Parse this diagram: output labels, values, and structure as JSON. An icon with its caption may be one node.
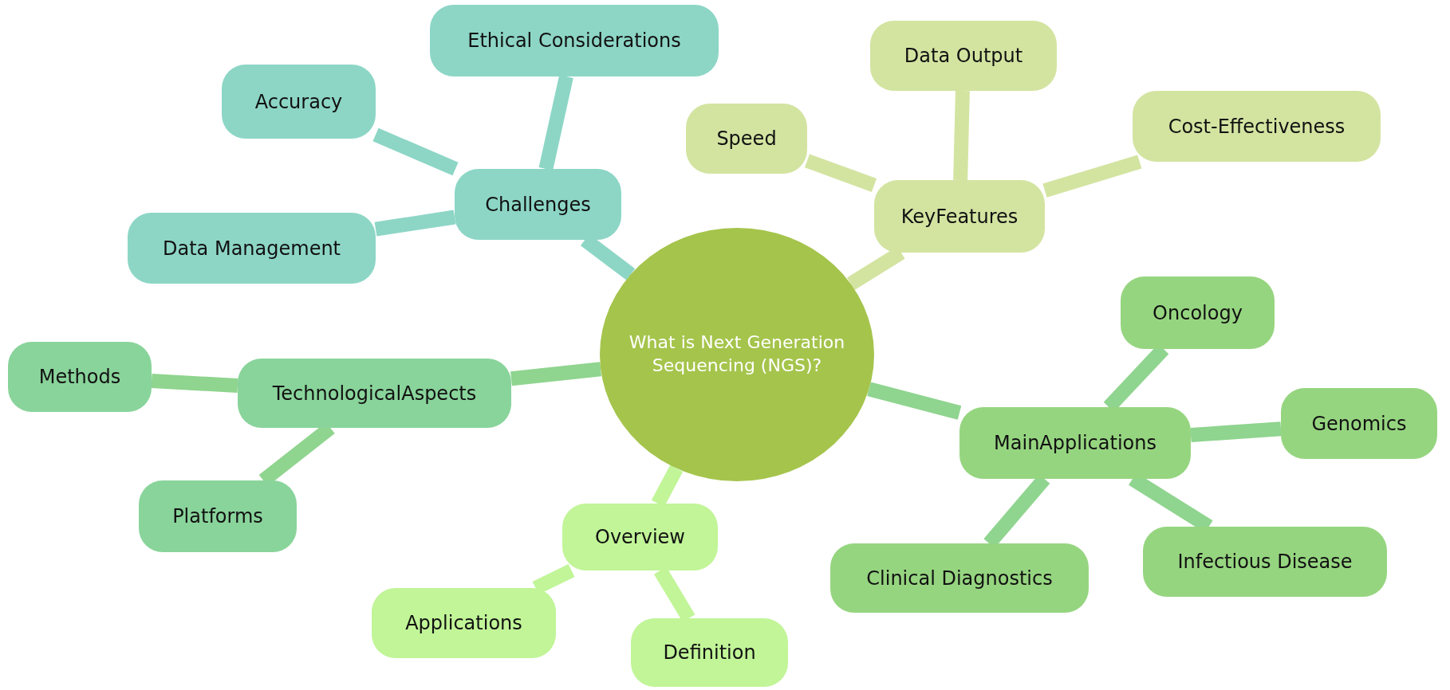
{
  "diagram": {
    "nodes": [
      {
        "text": [
          "What is Next Generation Sequencing (NGS)?"
        ]
      },
      {
        "text": [
          "Challenges"
        ]
      },
      {
        "text": [
          "Accuracy"
        ]
      },
      {
        "text": [
          "Ethical Considerations"
        ]
      },
      {
        "text": [
          "Data Management"
        ]
      },
      {
        "text": [
          "KeyFeatures"
        ]
      },
      {
        "text": [
          "Speed"
        ]
      },
      {
        "text": [
          "Data Output"
        ]
      },
      {
        "text": [
          "Cost-Effectiveness"
        ]
      },
      {
        "text": [
          "TechnologicalAspects"
        ]
      },
      {
        "text": [
          "Methods"
        ]
      },
      {
        "text": [
          "Platforms"
        ]
      },
      {
        "text": [
          "Overview"
        ]
      },
      {
        "text": [
          "Applications"
        ]
      },
      {
        "text": [
          "Definition"
        ]
      },
      {
        "text": [
          "MainApplications"
        ]
      },
      {
        "text": [
          "Oncology"
        ]
      },
      {
        "text": [
          "Genomics"
        ]
      },
      {
        "text": [
          "Clinical Diagnostics"
        ]
      },
      {
        "text": [
          "Infectious Disease"
        ]
      }
    ],
    "edges": [
      {
        "from": 0,
        "to": 1,
        "arrow": "none",
        "color": "#8dd6c6"
      },
      {
        "from": 1,
        "to": 2,
        "arrow": "none",
        "color": "#8dd6c6"
      },
      {
        "from": 1,
        "to": 3,
        "arrow": "none",
        "color": "#8dd6c6"
      },
      {
        "from": 1,
        "to": 4,
        "arrow": "none",
        "color": "#8dd6c6"
      },
      {
        "from": 0,
        "to": 5,
        "arrow": "none",
        "color": "#d3e4a1"
      },
      {
        "from": 5,
        "to": 6,
        "arrow": "none",
        "color": "#d3e4a1"
      },
      {
        "from": 5,
        "to": 7,
        "arrow": "none",
        "color": "#d3e4a1"
      },
      {
        "from": 5,
        "to": 8,
        "arrow": "none",
        "color": "#d3e4a1"
      },
      {
        "from": 0,
        "to": 9,
        "arrow": "none"
      },
      {
        "from": 9,
        "to": 10,
        "arrow": "none"
      },
      {
        "from": 9,
        "to": 11,
        "arrow": "none"
      },
      {
        "from": 0,
        "to": 12,
        "arrow": "none",
        "color": "#c1f598"
      },
      {
        "from": 12,
        "to": 13,
        "arrow": "none",
        "color": "#c1f598"
      },
      {
        "from": 12,
        "to": 14,
        "arrow": "none",
        "color": "#c1f598"
      },
      {
        "from": 0,
        "to": 15,
        "arrow": "none"
      },
      {
        "from": 15,
        "to": 16,
        "arrow": "none"
      },
      {
        "from": 15,
        "to": 17,
        "arrow": "none"
      },
      {
        "from": 15,
        "to": 18,
        "arrow": "none"
      },
      {
        "from": 15,
        "to": 19,
        "arrow": "none"
      }
    ]
  }
}
